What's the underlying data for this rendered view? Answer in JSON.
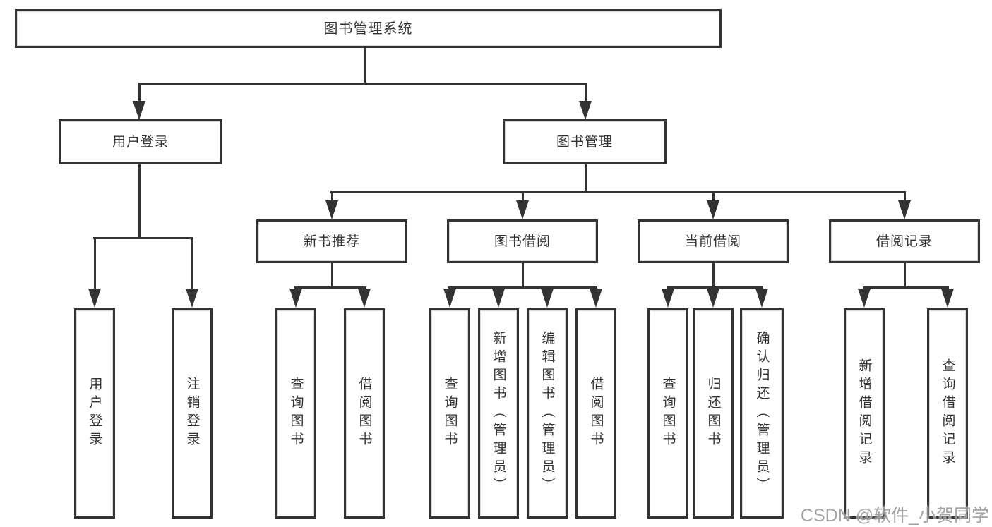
{
  "root": {
    "label": "图书管理系统"
  },
  "branches": [
    {
      "label": "用户登录",
      "leaves": [
        {
          "label": "用户登录"
        },
        {
          "label": "注销登录"
        }
      ]
    },
    {
      "label": "图书管理",
      "groups": [
        {
          "label": "新书推荐",
          "leaves": [
            {
              "label": "查询图书"
            },
            {
              "label": "借阅图书"
            }
          ]
        },
        {
          "label": "图书借阅",
          "leaves": [
            {
              "label": "查询图书"
            },
            {
              "label": "新增图书（管理员）"
            },
            {
              "label": "编辑图书（管理员）"
            },
            {
              "label": "借阅图书"
            }
          ]
        },
        {
          "label": "当前借阅",
          "leaves": [
            {
              "label": "查询图书"
            },
            {
              "label": "归还图书"
            },
            {
              "label": "确认归还（管理员）"
            }
          ]
        },
        {
          "label": "借阅记录",
          "leaves": [
            {
              "label": "新增借阅记录"
            },
            {
              "label": "查询借阅记录"
            }
          ]
        }
      ]
    }
  ],
  "watermark": {
    "text": "CSDN @软件_小贺同学"
  },
  "colors": {
    "line": "#333333",
    "text": "#333333",
    "background": "#ffffff",
    "watermark": "#9c9c9c"
  }
}
